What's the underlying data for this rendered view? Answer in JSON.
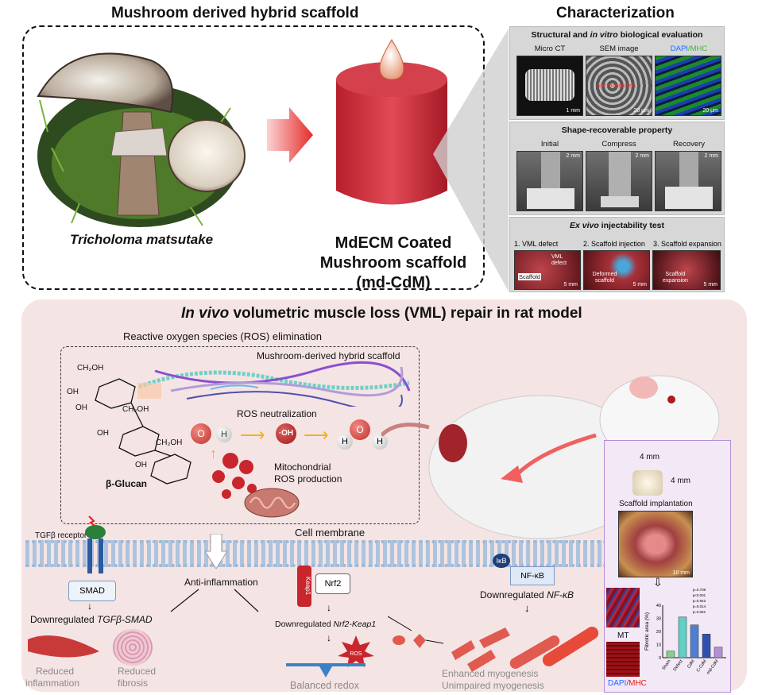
{
  "top_left": {
    "title": "Mushroom derived hybrid scaffold",
    "species": "Tricholoma matsutake",
    "product_line1": "MdECM Coated",
    "product_line2": "Mushroom scaffold",
    "product_line3": "(md-CdM)"
  },
  "characterization": {
    "title": "Characterization",
    "panel1": {
      "title_pre": "Structural and ",
      "title_em": "in vitro",
      "title_post": " biological evaluation",
      "labels": [
        "Micro CT",
        "SEM image"
      ],
      "label3_a": "DAPI",
      "label3_b": "/MHC",
      "annotation": "Microchannels",
      "scales": [
        "1 mm",
        "20 μm",
        "20 μm"
      ]
    },
    "panel2": {
      "title": "Shape-recoverable property",
      "labels": [
        "Initial",
        "Compress",
        "Recovery"
      ],
      "scales": [
        "2 mm",
        "2 mm",
        "2 mm"
      ]
    },
    "panel3": {
      "title_em": "Ex vivo",
      "title_post": " injectability test",
      "labels": [
        "1. VML defect",
        "2. Scaffold injection",
        "3. Scaffold expansion"
      ],
      "ann_defect": "VML defect",
      "ann_scaffold": "Scaffold",
      "ann_deformed": "Deformed scaffold",
      "ann_expansion": "Scaffold expansion",
      "scales": [
        "5 mm",
        "5 mm",
        "5 mm"
      ]
    }
  },
  "in_vivo": {
    "title_em": "In vivo",
    "title_post": " volumetric muscle loss (VML) repair in rat model",
    "ros_title": "Reactive oxygen species (ROS) elimination",
    "hybrid_label": "Mushroom-derived hybrid scaffold",
    "ros_neutralization": "ROS neutralization",
    "mito_line1": "Mitochondrial",
    "mito_line2": "ROS production",
    "glucan": "β-Glucan",
    "ch2oh": "CH₂OH",
    "oh": "OH",
    "o": "O",
    "h": "H",
    "oh_radical": "·OH",
    "cell_membrane": "Cell membrane",
    "tgf_receptor": "TGFβ receptor",
    "smad": "SMAD",
    "down_tgf_a": "Downregulated ",
    "down_tgf_b": "TGFβ-SMAD",
    "anti_inflammation": "Anti-inflammation",
    "reduced_inflammation_1": "Reduced",
    "reduced_inflammation_2": "inflammation",
    "reduced_fibrosis_1": "Reduced",
    "reduced_fibrosis_2": "fibrosis",
    "keap1": "Keap1",
    "nrf2": "Nrf2",
    "down_nrf2_a": "Downregulated ",
    "down_nrf2_b": "Nrf2-Keap1",
    "ros_ball": "ROS",
    "balanced_redox": "Balanced redox",
    "ikb": "IκB",
    "nfkb": "NF-κB",
    "down_nfkb_a": "Downregulated ",
    "down_nfkb_b": "NF-κB",
    "enhanced": "Enhanced myogenesis",
    "unimpaired": "Unimpaired myogenesis",
    "dim_width": "4 mm",
    "dim_height": "4 mm",
    "implantation": "Scaffold implantation",
    "implant_scale": "10 mm",
    "mt": "MT",
    "dapi": "DAPI",
    "mhc": "/MHC"
  },
  "chart_data": {
    "type": "bar",
    "ylabel": "Fibrotic area (%)",
    "categories": [
      "Sham",
      "Defect",
      "CdM",
      "C-CdM",
      "md-CdM"
    ],
    "values": [
      5,
      31,
      25,
      18,
      8
    ],
    "yticks": [
      "0",
      "10",
      "20",
      "30",
      "40"
    ],
    "ylim": [
      0,
      40
    ],
    "pvalues": [
      "p=0.709",
      "p<0.001",
      "p=0.942",
      "p=0.014",
      "p=0.051"
    ],
    "colors": [
      "#7fd18b",
      "#5fd0c4",
      "#4f7fd1",
      "#3050b0",
      "#b48fd8"
    ]
  }
}
